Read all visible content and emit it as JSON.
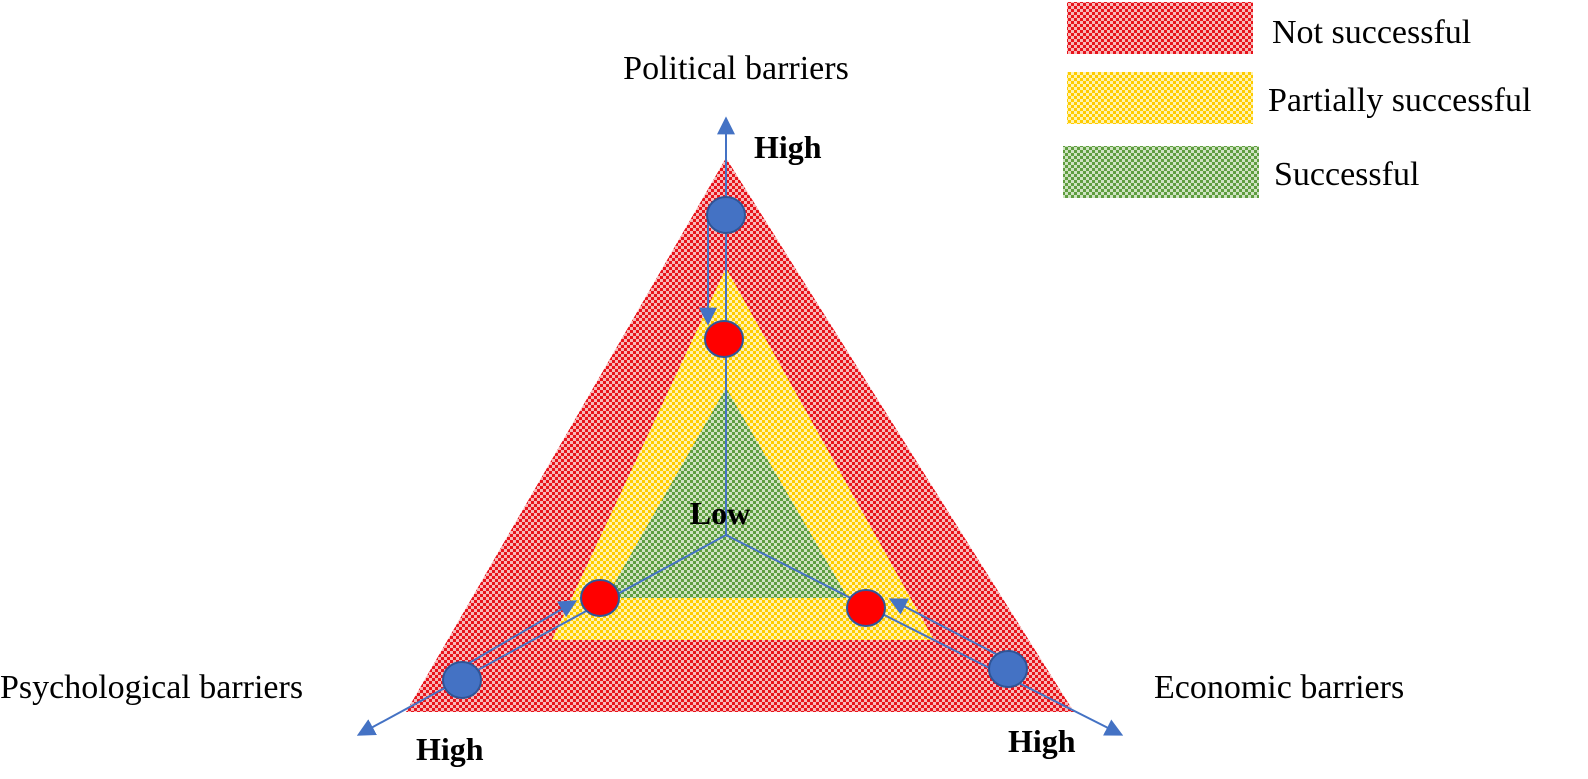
{
  "axes": {
    "political": {
      "label": "Political barriers",
      "high_label": "High"
    },
    "psychological": {
      "label": "Psychological barriers",
      "high_label": "High"
    },
    "economic": {
      "label": "Economic barriers",
      "high_label": "High"
    },
    "center_label": "Low"
  },
  "legend": [
    {
      "label": "Not successful",
      "color": "#ee1c24"
    },
    {
      "label": "Partially successful",
      "color": "#ffd21f"
    },
    {
      "label": "Successful",
      "color": "#6aa84f"
    }
  ],
  "markers": {
    "before_color": "#4472c4",
    "after_color": "#ff0000",
    "edge_color": "#2f5597"
  },
  "colors": {
    "axis": "#4472c4"
  }
}
